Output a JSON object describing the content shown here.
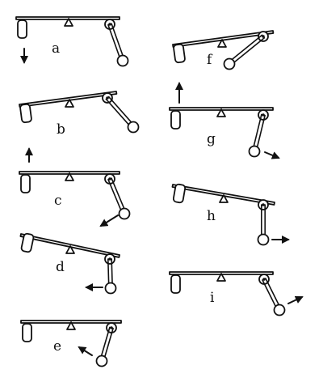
{
  "panels": [
    {
      "id": "a",
      "label": "a"
    },
    {
      "id": "b",
      "label": "b"
    },
    {
      "id": "c",
      "label": "c"
    },
    {
      "id": "d",
      "label": "d"
    },
    {
      "id": "e",
      "label": "e"
    },
    {
      "id": "f",
      "label": "f"
    },
    {
      "id": "g",
      "label": "g"
    },
    {
      "id": "h",
      "label": "h"
    },
    {
      "id": "i",
      "label": "i"
    }
  ],
  "colors": {
    "ink": "#111111",
    "background": "#ffffff"
  }
}
